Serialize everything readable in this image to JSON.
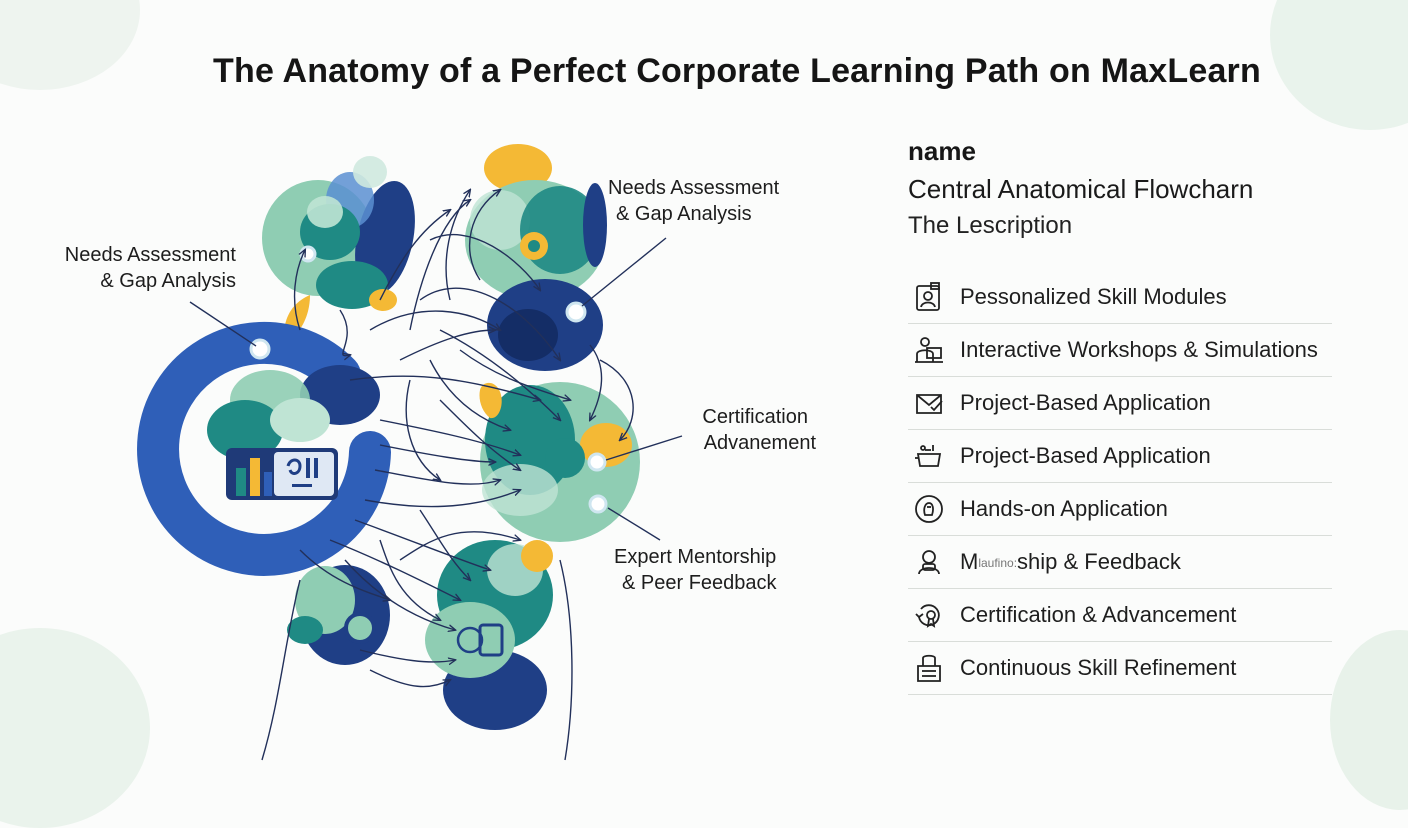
{
  "title": "The Anatomy of a Perfect Corporate Learning Path on MaxLearn",
  "colors": {
    "navy": "#1f3f86",
    "royal_blue": "#2f5fb8",
    "teal": "#1f8a84",
    "mint": "#8fcdb3",
    "yellow": "#f4b935",
    "line": "#22305a"
  },
  "callouts": {
    "left_top": [
      "Needs Assessment",
      "& Gap Analysis"
    ],
    "right_top": [
      "Needs Assessment",
      "& Gap Analysis"
    ],
    "right_middle": [
      "Certification",
      "Advanement"
    ],
    "right_bottom": [
      "Expert Mentorship",
      "& Peer Feedback"
    ]
  },
  "legend": {
    "heading": "name",
    "subheading": "Central Anatomical Flowcharn",
    "description": "The Lescription",
    "items": [
      {
        "label": "Pessonalized Skill Modules",
        "icon": "person-badge-icon"
      },
      {
        "label": "Interactive Workshops & Simulations",
        "icon": "workshop-presenter-icon"
      },
      {
        "label": "Project-Based Application",
        "icon": "envelope-check-icon"
      },
      {
        "label": "Project-Based Application",
        "icon": "hands-tray-icon"
      },
      {
        "label": "Hands-on Application",
        "icon": "hand-circle-icon"
      },
      {
        "label": "M",
        "label_mid": "laufino:",
        "label_end": "ship & Feedback",
        "icon": "mentor-person-icon"
      },
      {
        "label": "Certification & Advancement",
        "icon": "refresh-badge-icon"
      },
      {
        "label": "Continuous Skill Refinement",
        "icon": "document-list-icon"
      }
    ]
  }
}
